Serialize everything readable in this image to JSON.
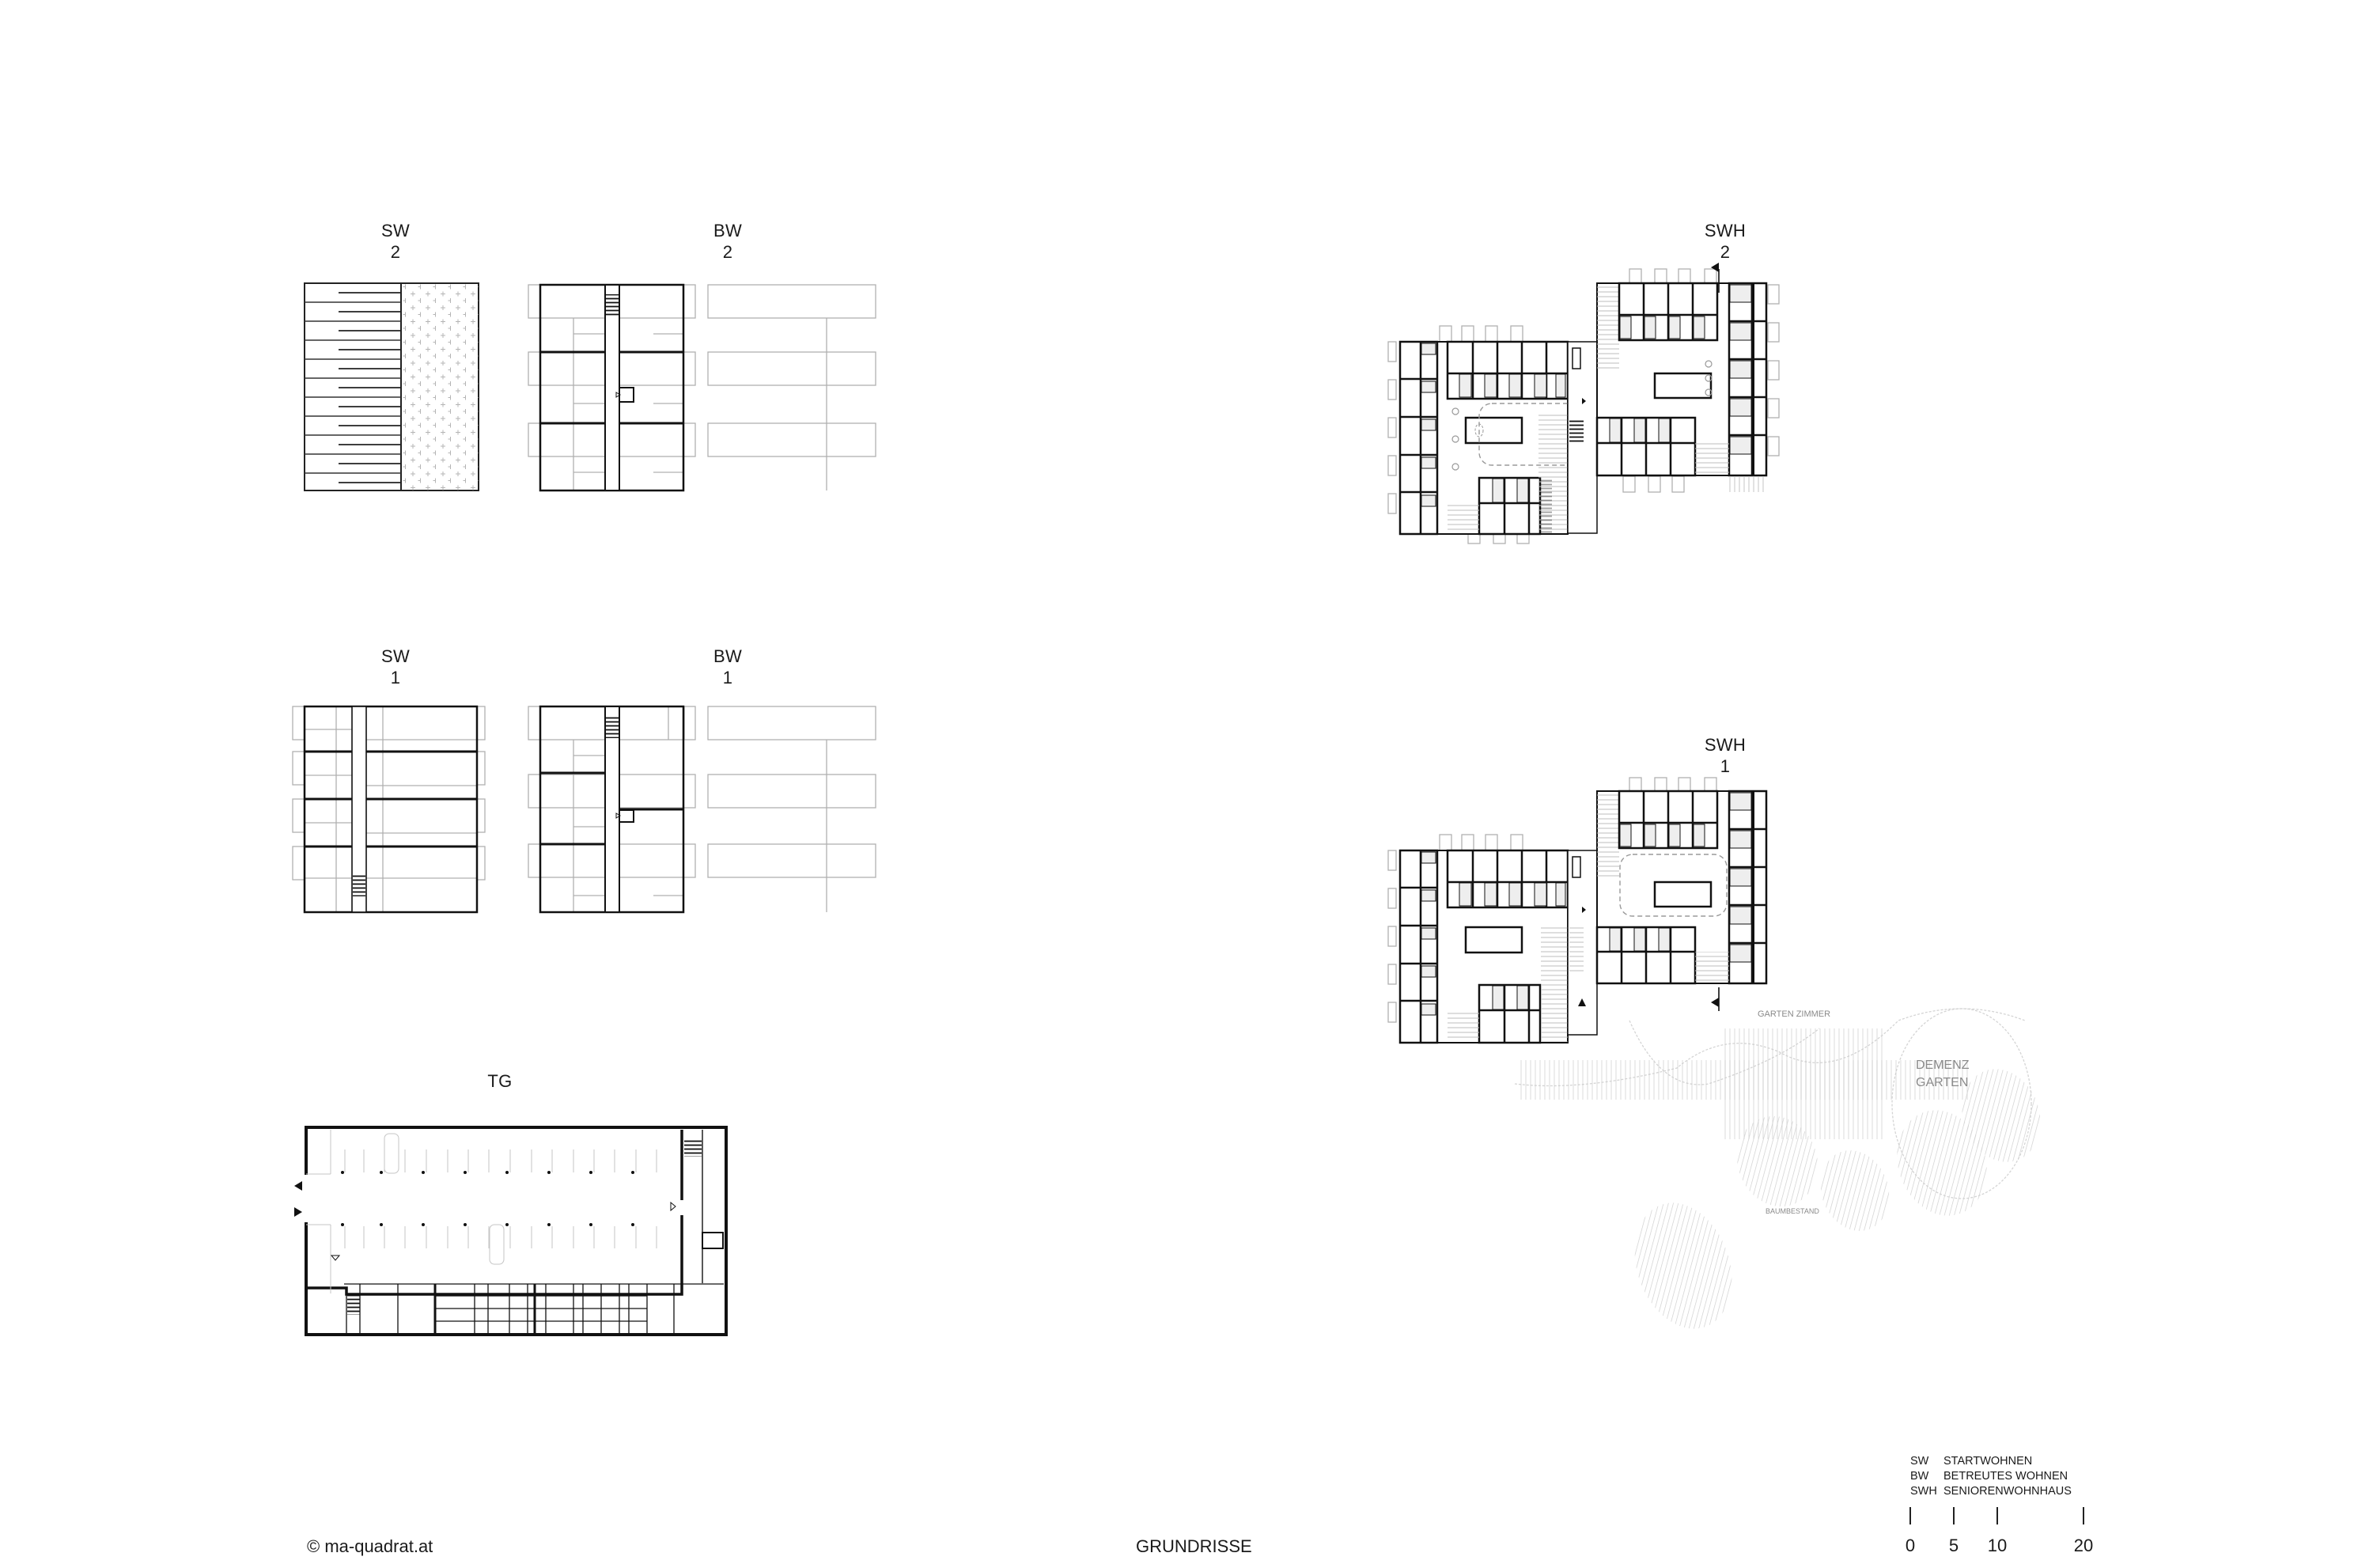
{
  "plans": {
    "sw2": {
      "abbr": "SW",
      "level": "2"
    },
    "bw2": {
      "abbr": "BW",
      "level": "2"
    },
    "sw1": {
      "abbr": "SW",
      "level": "1"
    },
    "bw1": {
      "abbr": "BW",
      "level": "1"
    },
    "tg": {
      "abbr": "TG"
    },
    "swh2": {
      "abbr": "SWH",
      "level": "2"
    },
    "swh1": {
      "abbr": "SWH",
      "level": "1"
    }
  },
  "garden_labels": {
    "garten_zimmer": "GARTEN ZIMMER",
    "demenz_line1": "DEMENZ",
    "demenz_line2": "GARTEN",
    "baumbestand": "BAUMBESTAND"
  },
  "legend": {
    "items": [
      {
        "abbr": "SW",
        "label": "STARTWOHNEN"
      },
      {
        "abbr": "BW",
        "label": "BETREUTES WOHNEN"
      },
      {
        "abbr": "SWH",
        "label": "SENIORENWOHNHAUS"
      }
    ]
  },
  "scale_bar": {
    "ticks": [
      "0",
      "5",
      "10",
      "20"
    ]
  },
  "footer": {
    "copyright": "© ma-quadrat.at",
    "title": "GRUNDRISSE"
  },
  "colors": {
    "wall": "#111111",
    "thin_line": "#9a9a9a",
    "wet_room_fill": "#eeeeee",
    "landscape": "#c8c8c8"
  }
}
